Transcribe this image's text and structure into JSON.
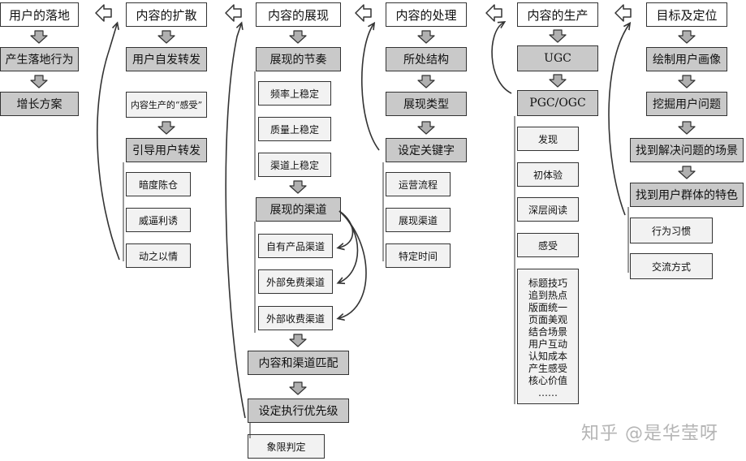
{
  "columns": [
    {
      "header": "用户的落地",
      "items": [
        "产生落地行为",
        "增长方案"
      ]
    },
    {
      "header": "内容的扩散",
      "items": [
        "用户自发转发",
        "内容生产的“感受”",
        "引导用户转发",
        "暗度陈仓",
        "威逼利诱",
        "动之以情"
      ]
    },
    {
      "header": "内容的展现",
      "items": [
        "展现的节奏",
        "频率上稳定",
        "质量上稳定",
        "渠道上稳定",
        "展现的渠道",
        "自有产品渠道",
        "外部免费渠道",
        "外部收费渠道",
        "内容和渠道匹配",
        "设定执行优先级",
        "象限判定"
      ]
    },
    {
      "header": "内容的处理",
      "items": [
        "所处结构",
        "展现类型",
        "设定关键字",
        "运营流程",
        "展现渠道",
        "特定时间"
      ]
    },
    {
      "header": "内容的生产",
      "items": [
        "UGC",
        "PGC/OGC",
        "发现",
        "初体验",
        "深层阅读",
        "感受"
      ],
      "notes": [
        "标题技巧",
        "追到热点",
        "版面统一",
        "页面美观",
        "结合场景",
        "用户互动",
        "认知成本",
        "产生感受",
        "核心价值",
        "……"
      ]
    },
    {
      "header": "目标及定位",
      "items": [
        "绘制用户画像",
        "挖掘用户问题",
        "找到解决问题的场景",
        "找到用户群体的特色",
        "行为习惯",
        "交流方式"
      ]
    }
  ],
  "watermark": "知乎 @是华莹呀"
}
